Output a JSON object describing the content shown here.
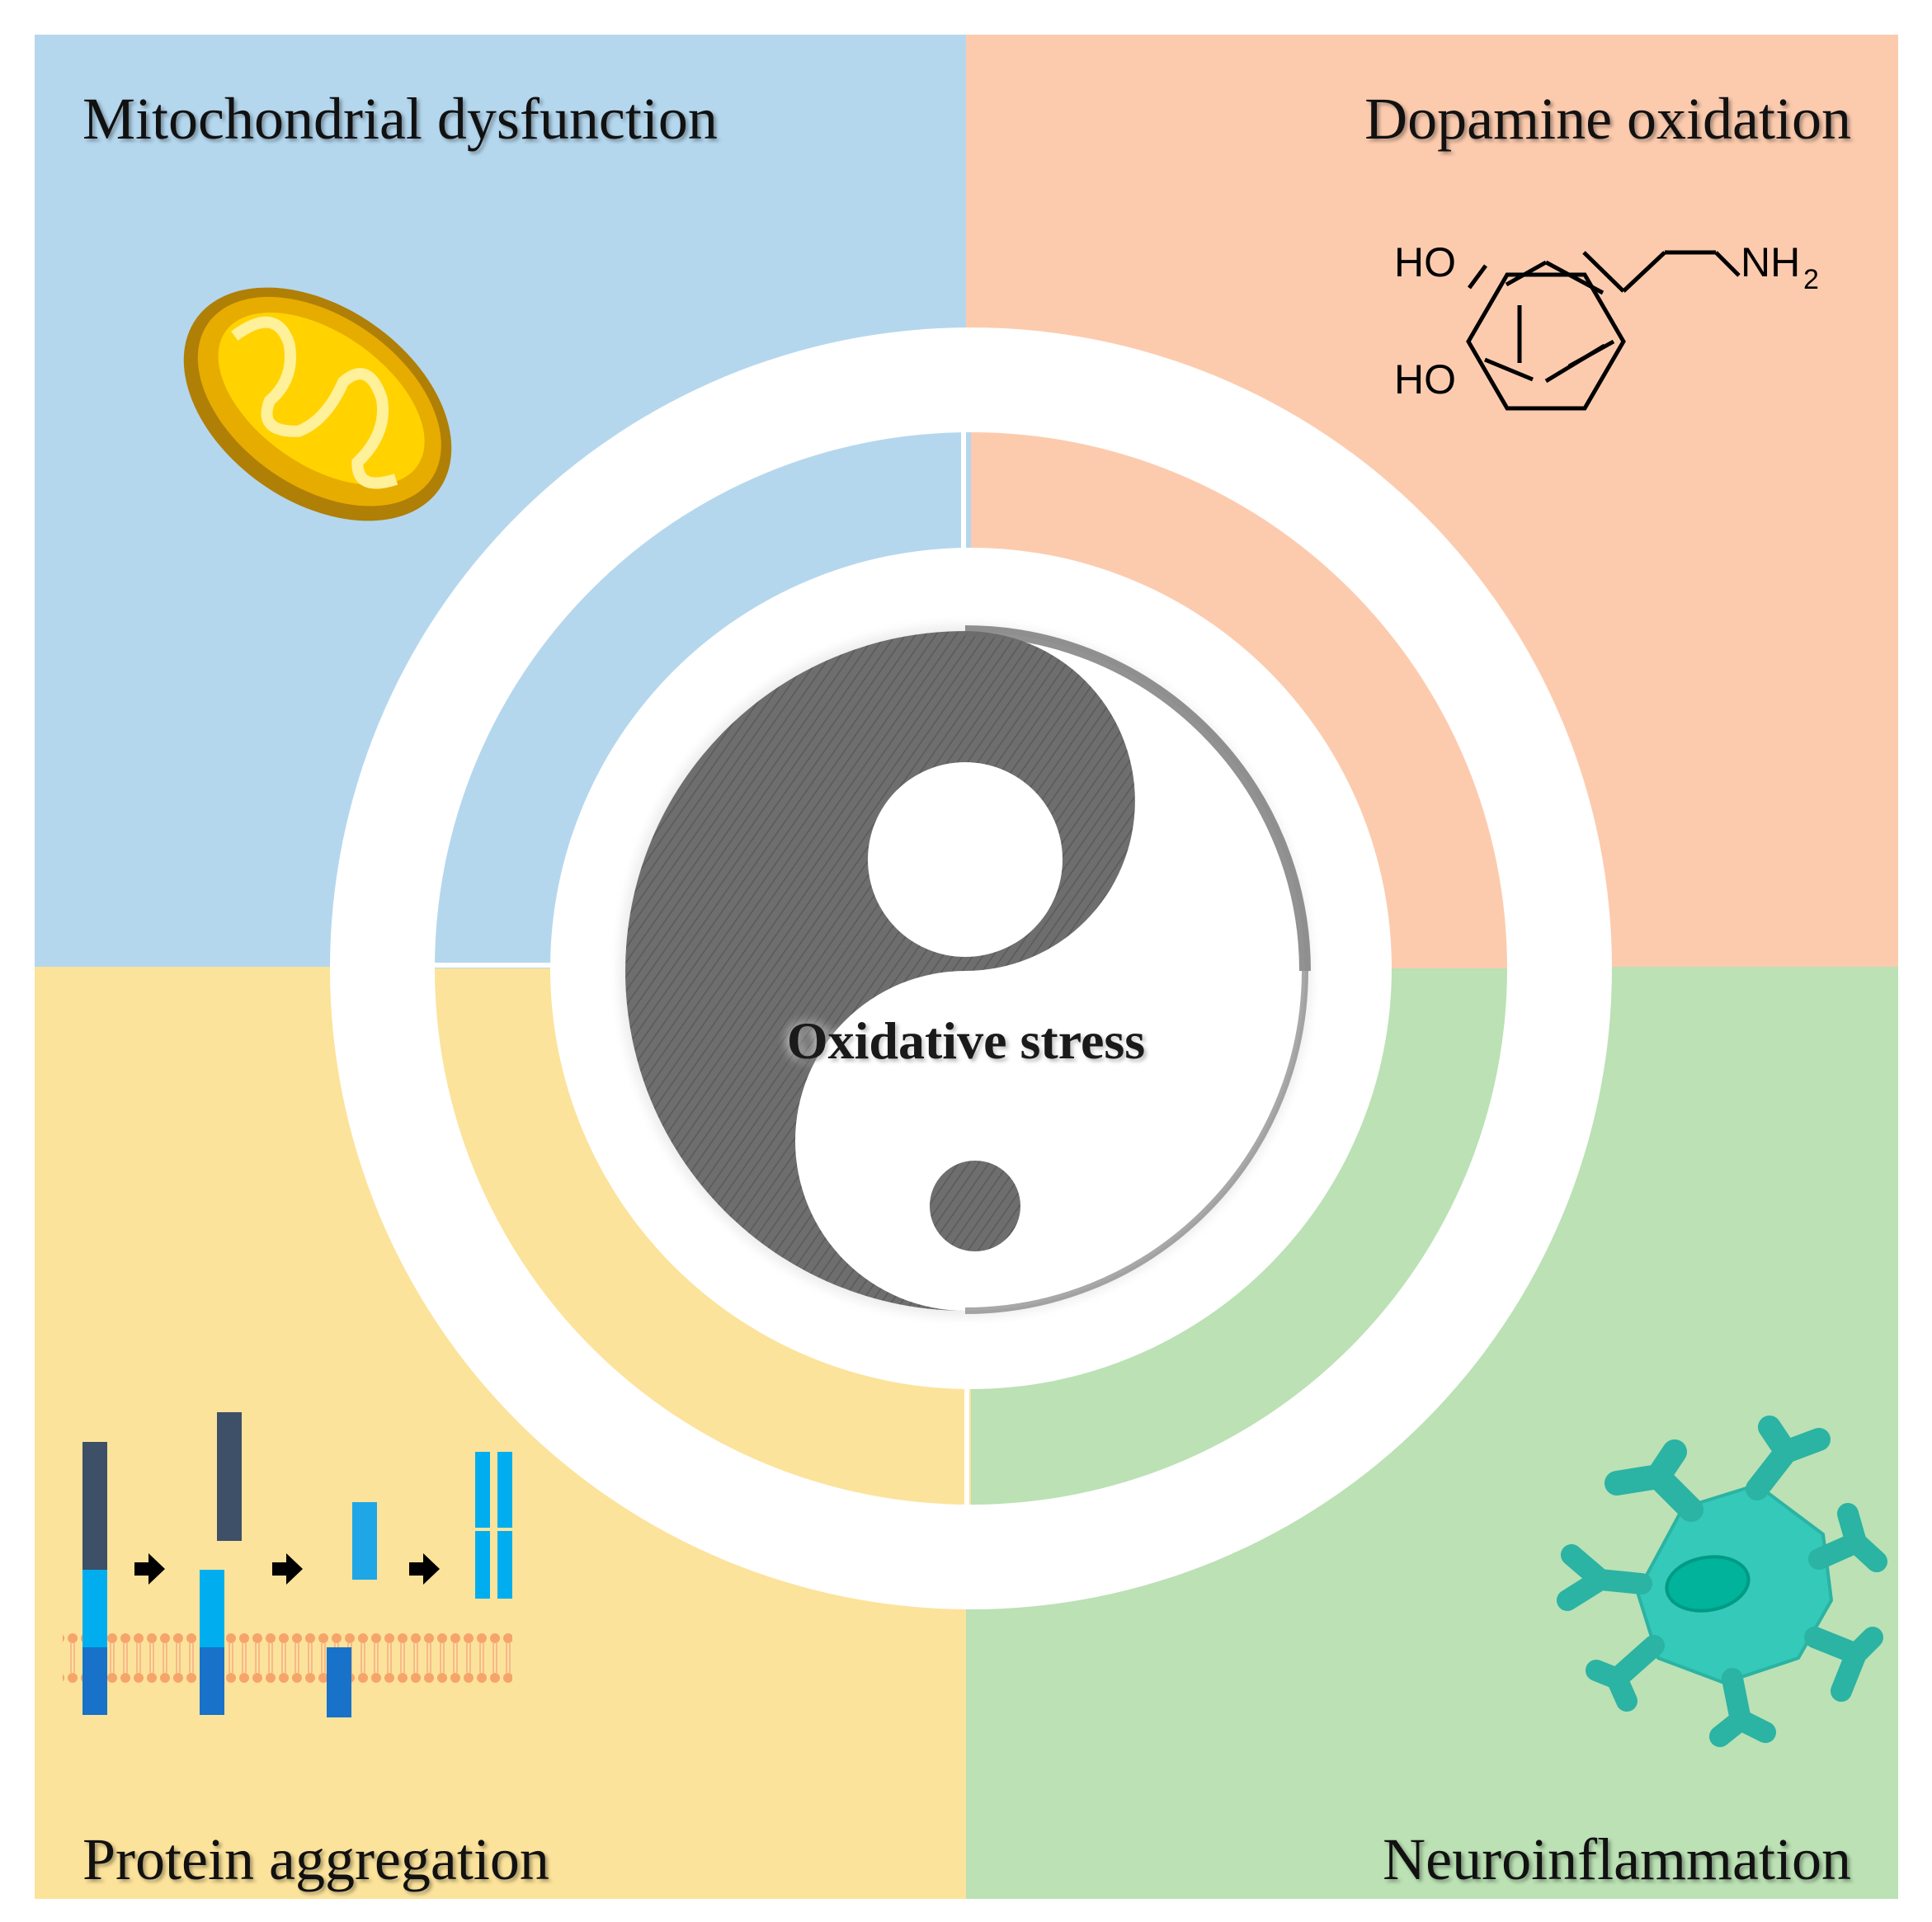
{
  "quadrants": {
    "top_left": {
      "label": "Mitochondrial dysfunction",
      "color": "#b4d7ee"
    },
    "top_right": {
      "label": "Dopamine oxidation",
      "color": "#fccbae"
    },
    "bottom_left": {
      "label": "Protein aggregation",
      "color": "#fce39b"
    },
    "bottom_right": {
      "label": "Neuroinflammation",
      "color": "#bbe1b4"
    }
  },
  "center": {
    "label": "Oxidative stress",
    "yin_color": "#6e6e6e"
  },
  "dopamine": {
    "ho_top": "HO",
    "ho_bottom": "HO",
    "amine": "NH",
    "amine_sub": "2"
  },
  "icons": {
    "mitochondrion": "mitochondrion-icon",
    "molecule": "dopamine-structure-icon",
    "aggregation": "protein-aggregation-icon",
    "microglia": "microglia-cell-icon",
    "yin_yang": "yin-yang-icon"
  }
}
